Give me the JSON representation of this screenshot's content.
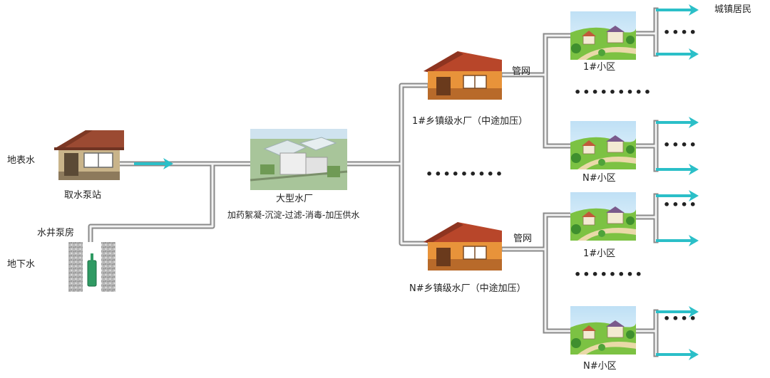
{
  "labels": {
    "surface_water": "地表水",
    "intake_station": "取水泵站",
    "well_house": "水井泵房",
    "groundwater": "地下水",
    "big_plant": "大型水厂",
    "process": "加药絮凝-沉淀-过滤-消毒-加压供水",
    "town_plant_1": "1#乡镇级水厂（中途加压）",
    "town_plant_n": "N#乡镇级水厂（中途加压）",
    "pipe_net_1": "管网",
    "pipe_net_2": "管网",
    "community_1a": "1#小区",
    "community_na": "N#小区",
    "community_1b": "1#小区",
    "community_nb": "N#小区",
    "residents": "城镇居民"
  },
  "ellipsis": {
    "e4": "••••",
    "e9": "•••••••••",
    "e8": "••••••••"
  },
  "colors": {
    "pipe_outer": "#8a8a8a",
    "pipe_inner": "#f2f2f2",
    "arrow": "#2bbfc8",
    "house_wall": "#e8933a",
    "house_roof": "#b8462a",
    "intake_wall": "#c9b48a",
    "intake_roof": "#9b4a32",
    "grass": "#7cc243",
    "sky": "#cfe8f7"
  },
  "icons": [
    "intake-house-icon",
    "well-pump-icon",
    "water-plant-icon",
    "town-plant-icon",
    "community-icon",
    "flow-arrow-icon"
  ]
}
